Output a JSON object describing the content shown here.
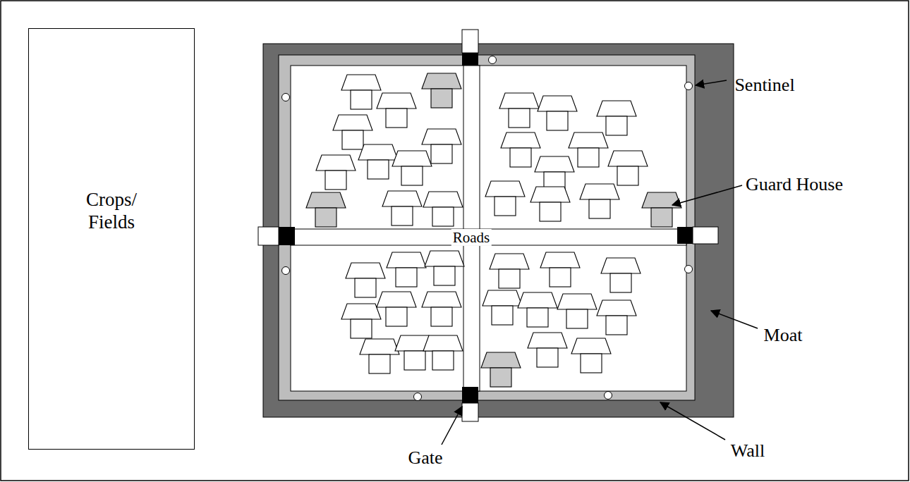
{
  "diagram": {
    "nodes": [
      {
        "text": [
          "Crops/ Fields"
        ]
      }
    ],
    "labels": [
      "Sentinel",
      "Guard House",
      "Moat",
      "Wall",
      "Gate",
      "Roads"
    ]
  }
}
